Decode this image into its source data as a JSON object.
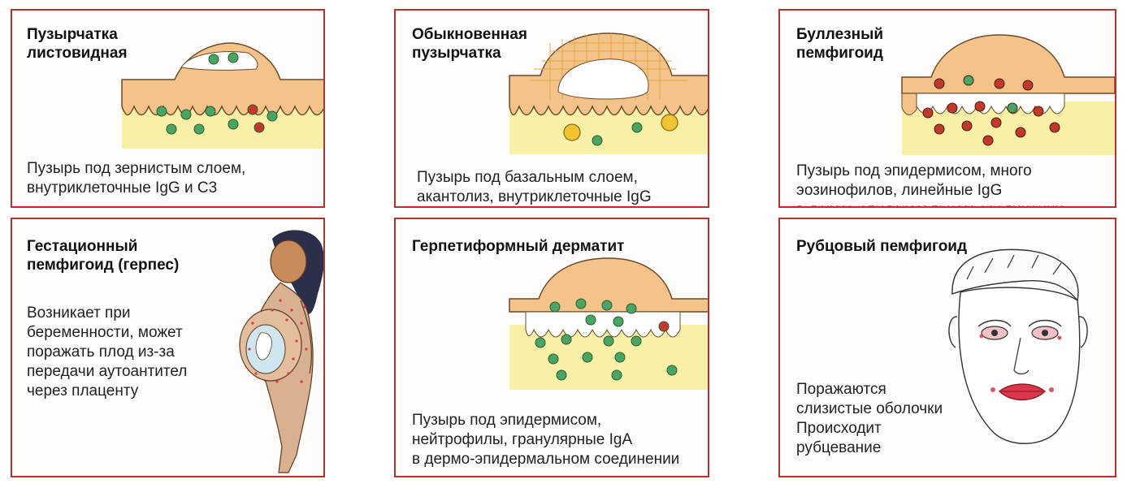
{
  "cards": [
    {
      "title": "Пузырчатка\nлистовидная",
      "description": "Пузырь под зернистым слоем,\nвнутриклеточные IgG и C3"
    },
    {
      "title": "Обыкновенная\nпузырчатка",
      "description": "Пузырь под базальным слоем,\nакантолиз, внутриклеточные IgG"
    },
    {
      "title": "Буллезный\nпемфигоид",
      "description": "Пузырь под эпидермисом, много\nэозинофилов, линейные IgG\nв дермо-эпидермальном соединении"
    },
    {
      "title": "Гестационный\nпемфигоид (герпес)",
      "description": "Возникает при\nбеременности, может\nпоражать плод из-за\nпередачи аутоантител\nчерез плаценту"
    },
    {
      "title": "Герпетиформный дерматит",
      "description": "Пузырь под эпидермисом,\nнейтрофилы, гранулярные IgA\nв дермо-эпидермальном соединении"
    },
    {
      "title": "Рубцовый пемфигоид",
      "description": "Поражаются\nслизистые оболочки\nПроисходит\nрубцевание"
    }
  ],
  "colors": {
    "border": "#b8302a",
    "epidermis": "#f3c38a",
    "dermis": "#f7f0a6",
    "neutrophil": "#4aa564",
    "eosinophil": "#c0392b",
    "skin": "#e8b48c",
    "lesion": "#d9374a"
  },
  "icons": {
    "card1": "skin-granular-blister-illustration",
    "card2": "skin-acantholysis-blister-illustration",
    "card3": "skin-subepidermal-blister-illustration",
    "card4": "pregnant-woman-illustration",
    "card5": "skin-subepidermal-neutrophil-blister-illustration",
    "card6": "face-with-mucosal-lesions-illustration"
  }
}
